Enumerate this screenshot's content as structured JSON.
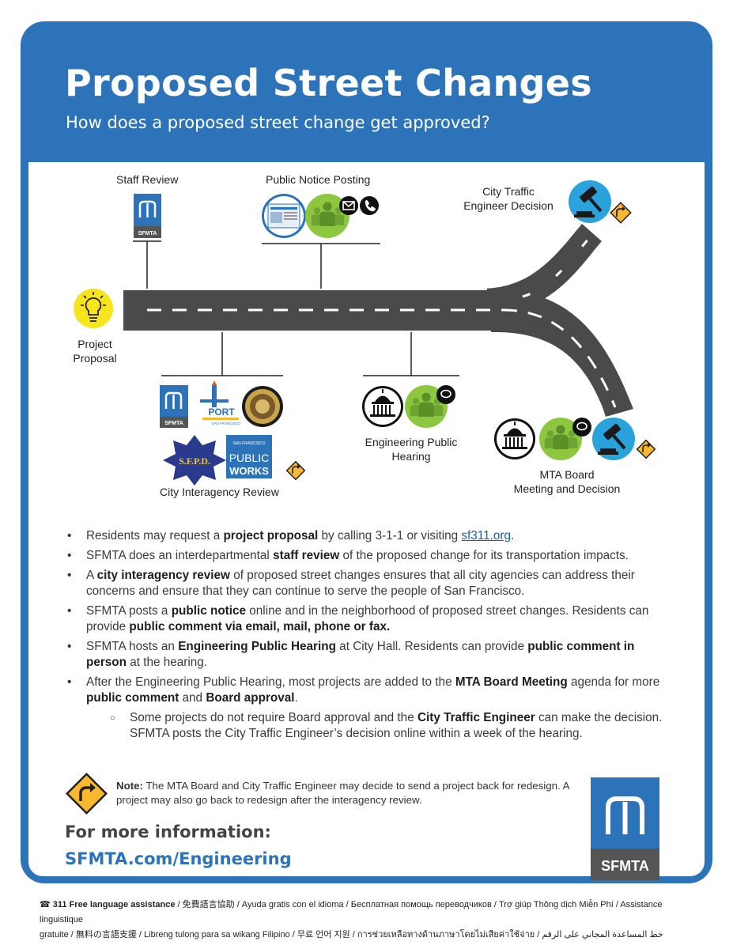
{
  "header": {
    "title": "Proposed Street Changes",
    "subtitle": "How does a proposed street change get approved?"
  },
  "steps": {
    "staff_review": "Staff Review",
    "public_notice": "Public Notice Posting",
    "city_traffic_engineer_1": "City Traffic",
    "city_traffic_engineer_2": "Engineer Decision",
    "project_proposal_1": "Project",
    "project_proposal_2": "Proposal",
    "interagency_review": "City Interagency Review",
    "engineering_hearing_1": "Engineering Public",
    "engineering_hearing_2": "Hearing",
    "mta_board_1": "MTA Board",
    "mta_board_2": "Meeting and Decision"
  },
  "logos": {
    "sfmta": "SFMTA",
    "port": "PORT",
    "port_sub": "SAN FRANCISCO",
    "sfpd": "S.F.P.D.",
    "public_works_1": "SAN FRANCISCO",
    "public_works_2": "PUBLIC",
    "public_works_3": "WORKS"
  },
  "bullets": {
    "b1_pre": "Residents may request a ",
    "b1_bold": "project proposal",
    "b1_mid": " by calling 3-1-1 or visiting ",
    "b1_link": "sf311.org",
    "b1_end": ".",
    "b2_pre": "SFMTA does an interdepartmental ",
    "b2_bold": "staff review",
    "b2_end": " of the proposed change for its transportation impacts.",
    "b3_pre": "A ",
    "b3_bold": "city interagency review",
    "b3_end": " of proposed street changes ensures that all city agencies can address their concerns and ensure that they can continue to serve the people of San Francisco.",
    "b4_pre": "SFMTA posts a ",
    "b4_bold": "public notice",
    "b4_mid": " online and in the neighborhood of proposed street changes. Residents can provide ",
    "b4_bold2": "public comment via email, mail, phone or fax.",
    "b5_pre": "SFMTA hosts an ",
    "b5_bold": "Engineering Public Hearing",
    "b5_mid": " at City Hall. Residents can provide ",
    "b5_bold2": "public comment in person",
    "b5_end": " at the hearing.",
    "b6_pre": "After the Engineering Public Hearing, most projects are added to the ",
    "b6_bold": "MTA Board Meeting",
    "b6_mid": " agenda for more ",
    "b6_bold2": "public comment",
    "b6_mid2": " and ",
    "b6_bold3": "Board approval",
    "b6_end": ".",
    "b7_pre": "Some projects do not require Board approval and the ",
    "b7_bold": "City Traffic Engineer",
    "b7_end": " can make the decision. SFMTA posts the City Traffic Engineer’s decision online within a week of the hearing."
  },
  "note": {
    "label": "Note:",
    "text": " The MTA Board and City Traffic Engineer may decide to send a project back for redesign. A project may also go back to redesign after the interagency review."
  },
  "more": {
    "heading": "For more information:",
    "link": "SFMTA.com/Engineering"
  },
  "footer": {
    "line1_bold": "311 Free language assistance",
    "line1": " / 免費語言協助 / Ayuda gratis con el idioma / Бесплатная помощь переводчиков / Trợ giúp Thông dịch Miễn Phí / Assistance linguistique",
    "line2": "gratuite / 無料の言語支援 / Libreng tulong para sa wikang Filipino / 무료 언어 지원 / การช่วยเหลือทางด้านภาษาโดยไม่เสียค่าใช้จ่าย / خط المساعدة المجاني على الرقم"
  },
  "colors": {
    "brand_blue": "#2d73b9",
    "road": "#4a4a4a",
    "green": "#8dc63f",
    "yellow": "#f6e51c",
    "sign_yellow": "#f9b82d",
    "icon_blue": "#2aa3dc"
  }
}
